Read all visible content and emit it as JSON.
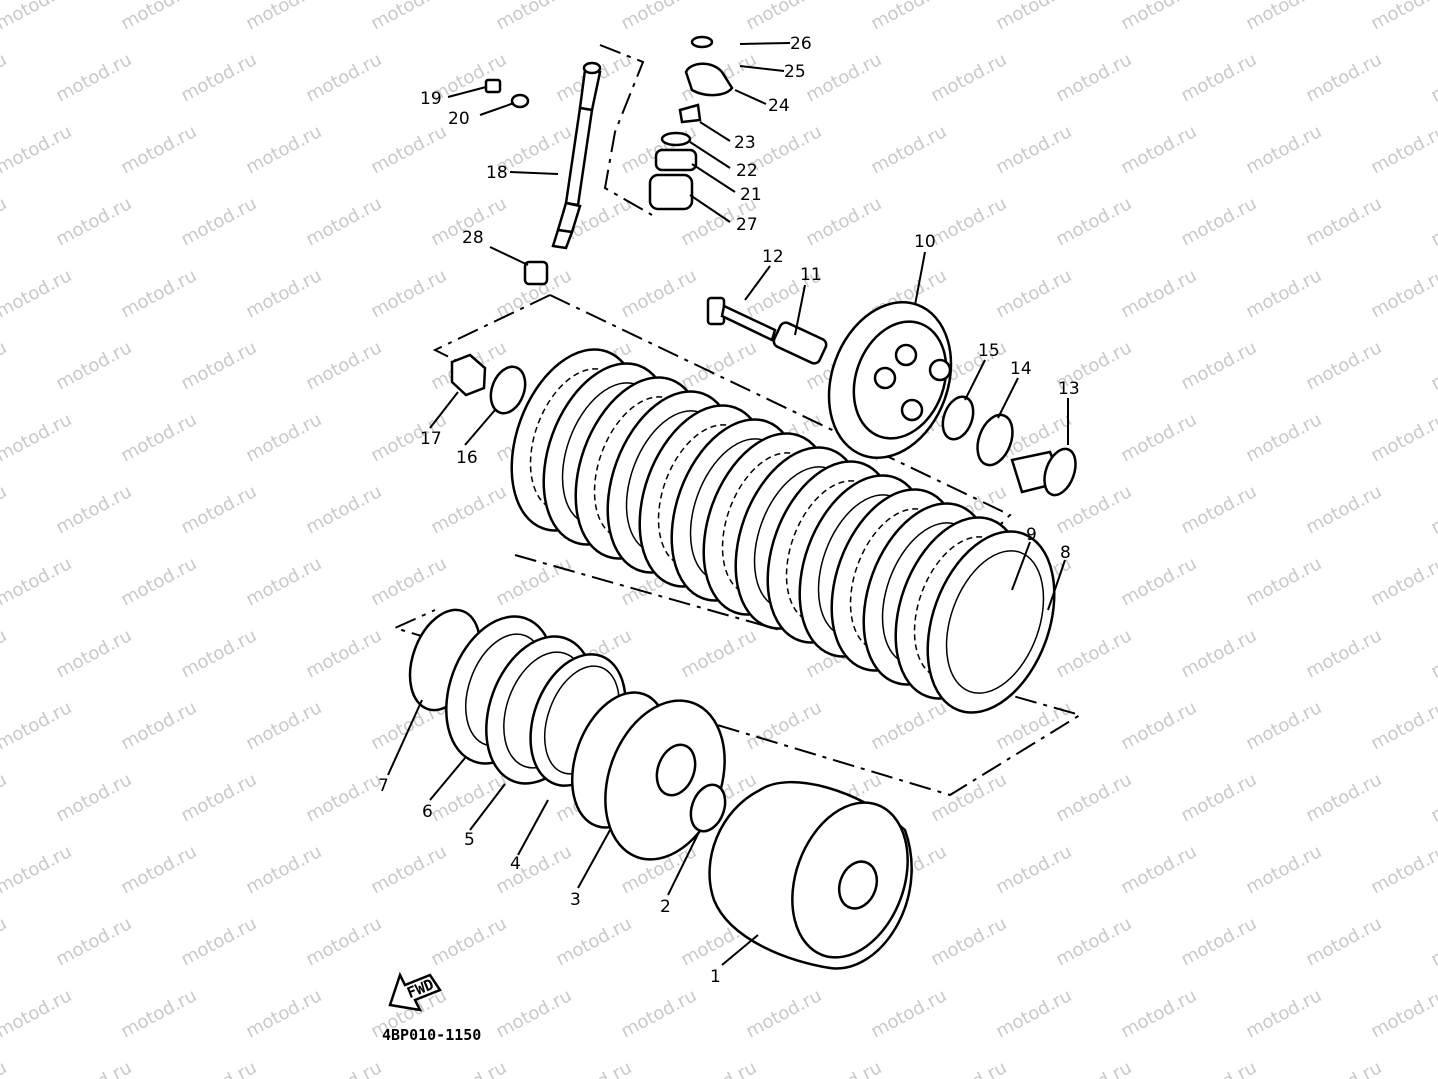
{
  "diagram": {
    "drawing_code": "4BP010-1150",
    "watermark_text": "motod.ru",
    "forward_arrow_label": "FWD",
    "callouts": [
      "1",
      "2",
      "3",
      "4",
      "5",
      "6",
      "7",
      "8",
      "9",
      "10",
      "11",
      "12",
      "13",
      "14",
      "15",
      "16",
      "17",
      "18",
      "19",
      "20",
      "21",
      "22",
      "23",
      "24",
      "25",
      "26",
      "27",
      "28"
    ]
  }
}
